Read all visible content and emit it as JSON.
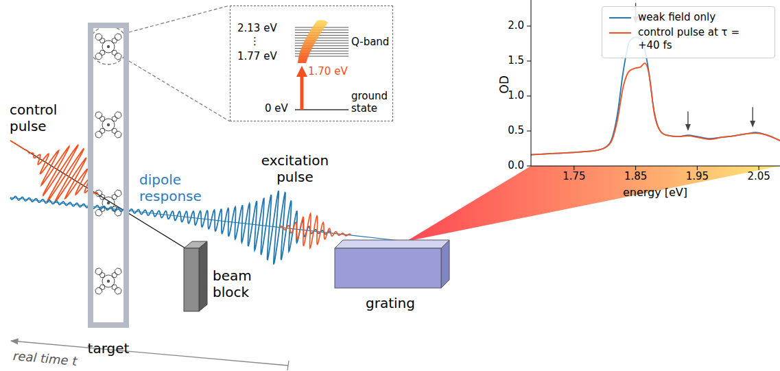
{
  "diagram": {
    "nodes": [
      {
        "text": [
          "target"
        ]
      },
      {
        "text": [
          "2.13 eV",
          "⋮",
          "1.77 eV",
          "Q-band",
          "1.70 eV",
          "0 eV",
          "ground state"
        ]
      },
      {
        "text": [
          "beam block"
        ]
      },
      {
        "text": [
          "grating"
        ]
      }
    ],
    "edges": [
      {
        "from": 0,
        "to": 1,
        "arrow": "none"
      }
    ],
    "labels": [
      "control pulse",
      "dipole response",
      "excitation pulse",
      "real time t",
      "OD",
      "0.0",
      "0.5",
      "1.0",
      "1.5",
      "2.0",
      "1.75",
      "1.85",
      "1.95",
      "2.05",
      "energy [eV]"
    ],
    "legend": [
      {
        "text": "weak field only"
      },
      {
        "text": "control pulse at τ = +40 fs"
      }
    ]
  }
}
